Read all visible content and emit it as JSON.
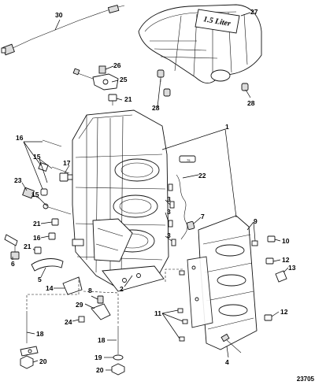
{
  "drawing_id": "23705",
  "cover_text": "1.5 Liter",
  "callouts": [
    {
      "id": "c1",
      "text": "1"
    },
    {
      "id": "c2",
      "text": "2"
    },
    {
      "id": "c3a",
      "text": "3"
    },
    {
      "id": "c3b",
      "text": "3"
    },
    {
      "id": "c3c",
      "text": "3"
    },
    {
      "id": "c4",
      "text": "4"
    },
    {
      "id": "c5",
      "text": "5"
    },
    {
      "id": "c6",
      "text": "6"
    },
    {
      "id": "c7",
      "text": "7"
    },
    {
      "id": "c8",
      "text": "8"
    },
    {
      "id": "c9",
      "text": "9"
    },
    {
      "id": "c10",
      "text": "10"
    },
    {
      "id": "c11",
      "text": "11"
    },
    {
      "id": "c12a",
      "text": "12"
    },
    {
      "id": "c12b",
      "text": "12"
    },
    {
      "id": "c13",
      "text": "13"
    },
    {
      "id": "c14",
      "text": "14"
    },
    {
      "id": "c15a",
      "text": "15"
    },
    {
      "id": "c15b",
      "text": "15"
    },
    {
      "id": "c16a",
      "text": "16"
    },
    {
      "id": "c16b",
      "text": "16"
    },
    {
      "id": "c17",
      "text": "17"
    },
    {
      "id": "c18a",
      "text": "18"
    },
    {
      "id": "c18b",
      "text": "18"
    },
    {
      "id": "c19",
      "text": "19"
    },
    {
      "id": "c20a",
      "text": "20"
    },
    {
      "id": "c20b",
      "text": "20"
    },
    {
      "id": "c21a",
      "text": "21"
    },
    {
      "id": "c21b",
      "text": "21"
    },
    {
      "id": "c21c",
      "text": "21"
    },
    {
      "id": "c22",
      "text": "22"
    },
    {
      "id": "c23",
      "text": "23"
    },
    {
      "id": "c24",
      "text": "24"
    },
    {
      "id": "c25",
      "text": "25"
    },
    {
      "id": "c26",
      "text": "26"
    },
    {
      "id": "c27",
      "text": "27"
    },
    {
      "id": "c28a",
      "text": "28"
    },
    {
      "id": "c28b",
      "text": "28"
    },
    {
      "id": "c29",
      "text": "29"
    },
    {
      "id": "c30",
      "text": "30"
    }
  ]
}
